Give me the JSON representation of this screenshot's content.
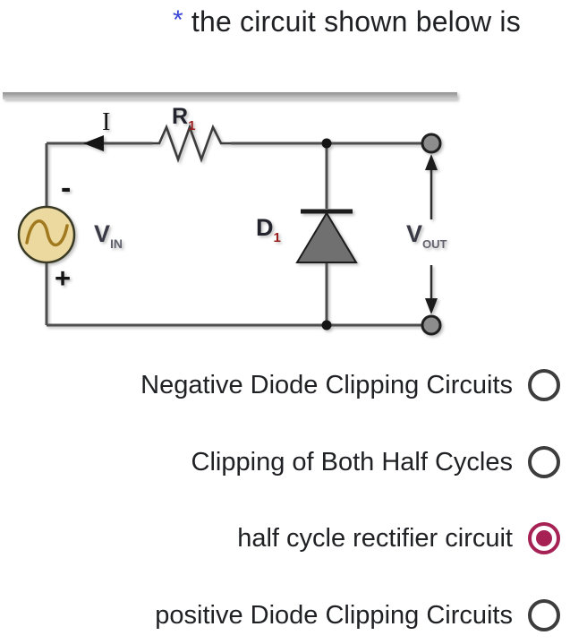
{
  "question": {
    "required_marker": "*",
    "title": "the circuit shown below is"
  },
  "circuit": {
    "description": "half-wave rectifier / diode clipper schematic",
    "labels": {
      "current": "I",
      "resistor_main": "R",
      "resistor_sub": "1",
      "polarity_top": "-",
      "polarity_bottom": "+",
      "vin_main": "V",
      "vin_sub": "IN",
      "diode_main": "D",
      "diode_sub": "1",
      "vout_main": "V",
      "vout_sub": "OUT"
    },
    "colors": {
      "wire": "#4d4d4d",
      "source_fill": "#ecd9a0",
      "sine_wave": "#a1791e",
      "diode_fill": "#707070",
      "terminal_fill": "#8d8d8d",
      "subscript_red": "#9c1f1f",
      "label_dark": "#23232e"
    }
  },
  "options": [
    {
      "label": "Negative Diode Clipping Circuits",
      "selected": false
    },
    {
      "label": "Clipping of Both Half Cycles",
      "selected": false
    },
    {
      "label": "half cycle rectifier circuit",
      "selected": true
    },
    {
      "label": "positive Diode Clipping Circuits",
      "selected": false
    }
  ],
  "colors": {
    "required_asterisk": "#3a46d8",
    "title_text": "#202124",
    "option_text": "#202124",
    "radio_unselected": "#3d3d3d",
    "radio_selected": "#a62154"
  }
}
